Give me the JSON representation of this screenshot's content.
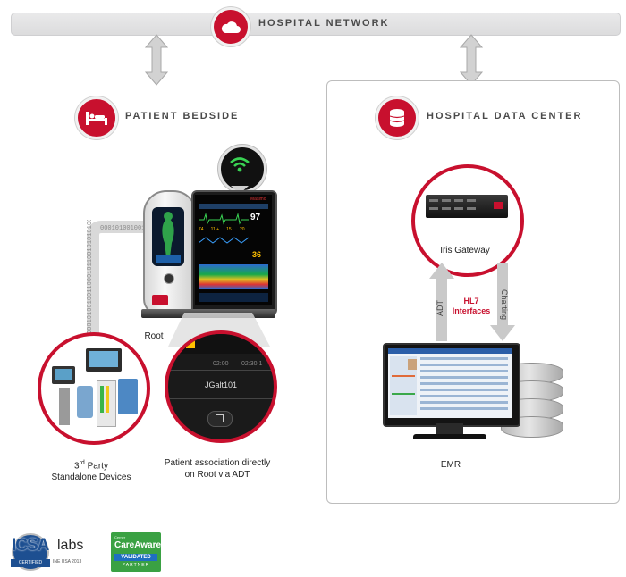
{
  "network": {
    "title": "HOSPITAL NETWORK"
  },
  "bedside": {
    "title": "PATIENT BEDSIDE",
    "root_label": "Root",
    "root_screen": {
      "brand": "Masimo",
      "val1": "97",
      "val2": "36",
      "row": [
        "74",
        "11 +",
        "15.",
        "20"
      ]
    },
    "binary_text": "0001010010011000101100101010100100101001",
    "third_party_caption_line1": "3",
    "third_party_caption_sup": "rd",
    "third_party_caption_line1_rest": " Party",
    "third_party_caption_line2": "Standalone Devices",
    "zoom": {
      "time1": "02:00",
      "time2": "02:30:1",
      "patient_id": "JGalt101"
    },
    "adt_caption_line1": "Patient association directly",
    "adt_caption_line2": "on Root via ADT"
  },
  "datacenter": {
    "title": "HOSPITAL DATA CENTER",
    "gateway_label": "Iris Gateway",
    "adt_arrow_label": "ADT",
    "charting_arrow_label": "Charting",
    "hl7_line1": "HL7",
    "hl7_line2": "Interfaces",
    "emr_label": "EMR"
  },
  "badges": {
    "icsa_main": "ICSA",
    "icsa_labs": "labs",
    "icsa_certified": "CERTIFIED",
    "icsa_sub": "INE USA 2013",
    "careaware_brand": "Cerner",
    "careaware_name": "CareAware",
    "careaware_validated": "VALIDATED",
    "careaware_partner": "PARTNER"
  },
  "colors": {
    "accent": "#c8102e",
    "arrow": "#c9c9c9"
  }
}
